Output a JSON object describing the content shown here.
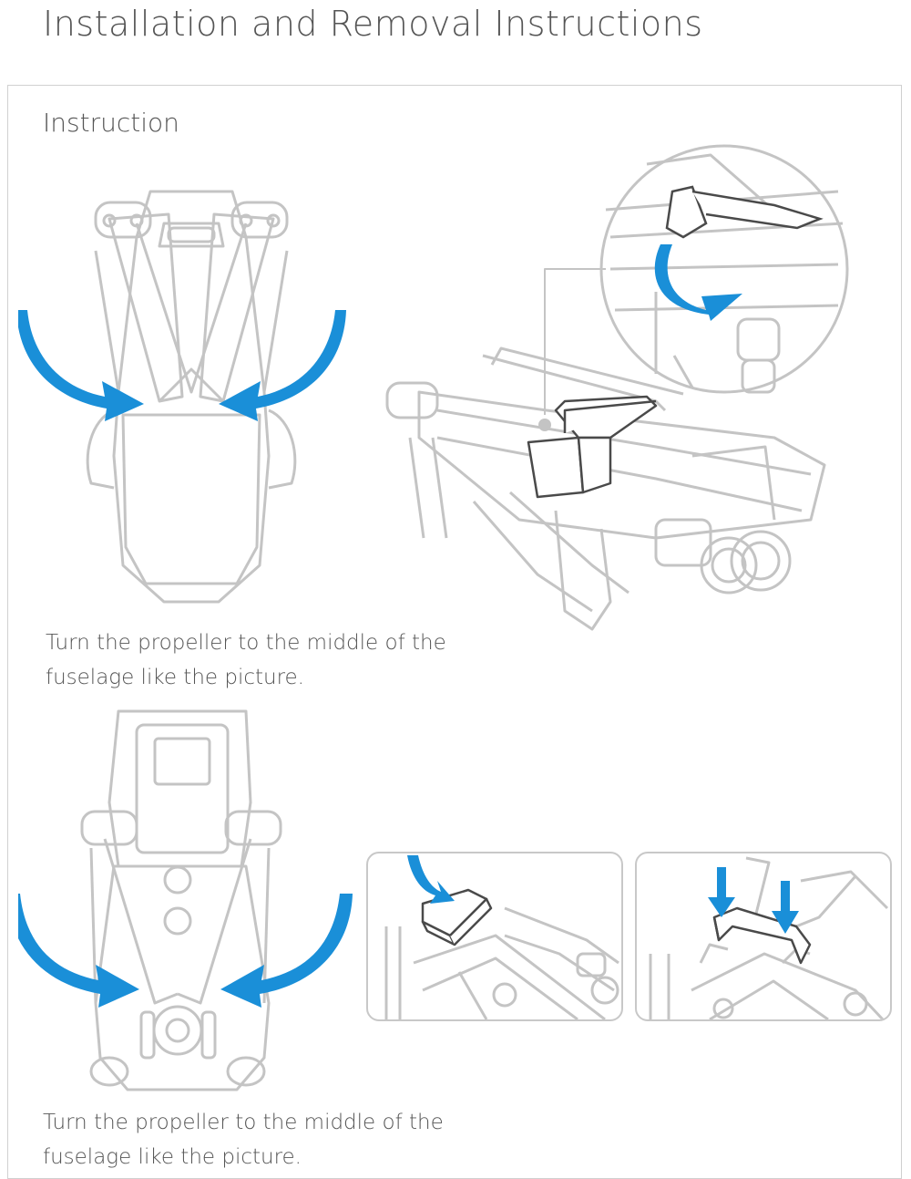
{
  "header": {
    "title": "Installation and Removal Instructions"
  },
  "section": {
    "heading": "Instruction"
  },
  "steps": [
    {
      "caption": "Turn the propeller to the middle of the fuselage like the picture."
    },
    {
      "caption": "Turn the propeller to the middle of the fuselage like the picture."
    }
  ],
  "colors": {
    "arrow": "#1a8fd8",
    "line": "#c4c4c4",
    "guard": "#4a4a4a"
  },
  "icons": {
    "arrow": "curved-arrow-icon",
    "drone": "drone-illustration"
  }
}
